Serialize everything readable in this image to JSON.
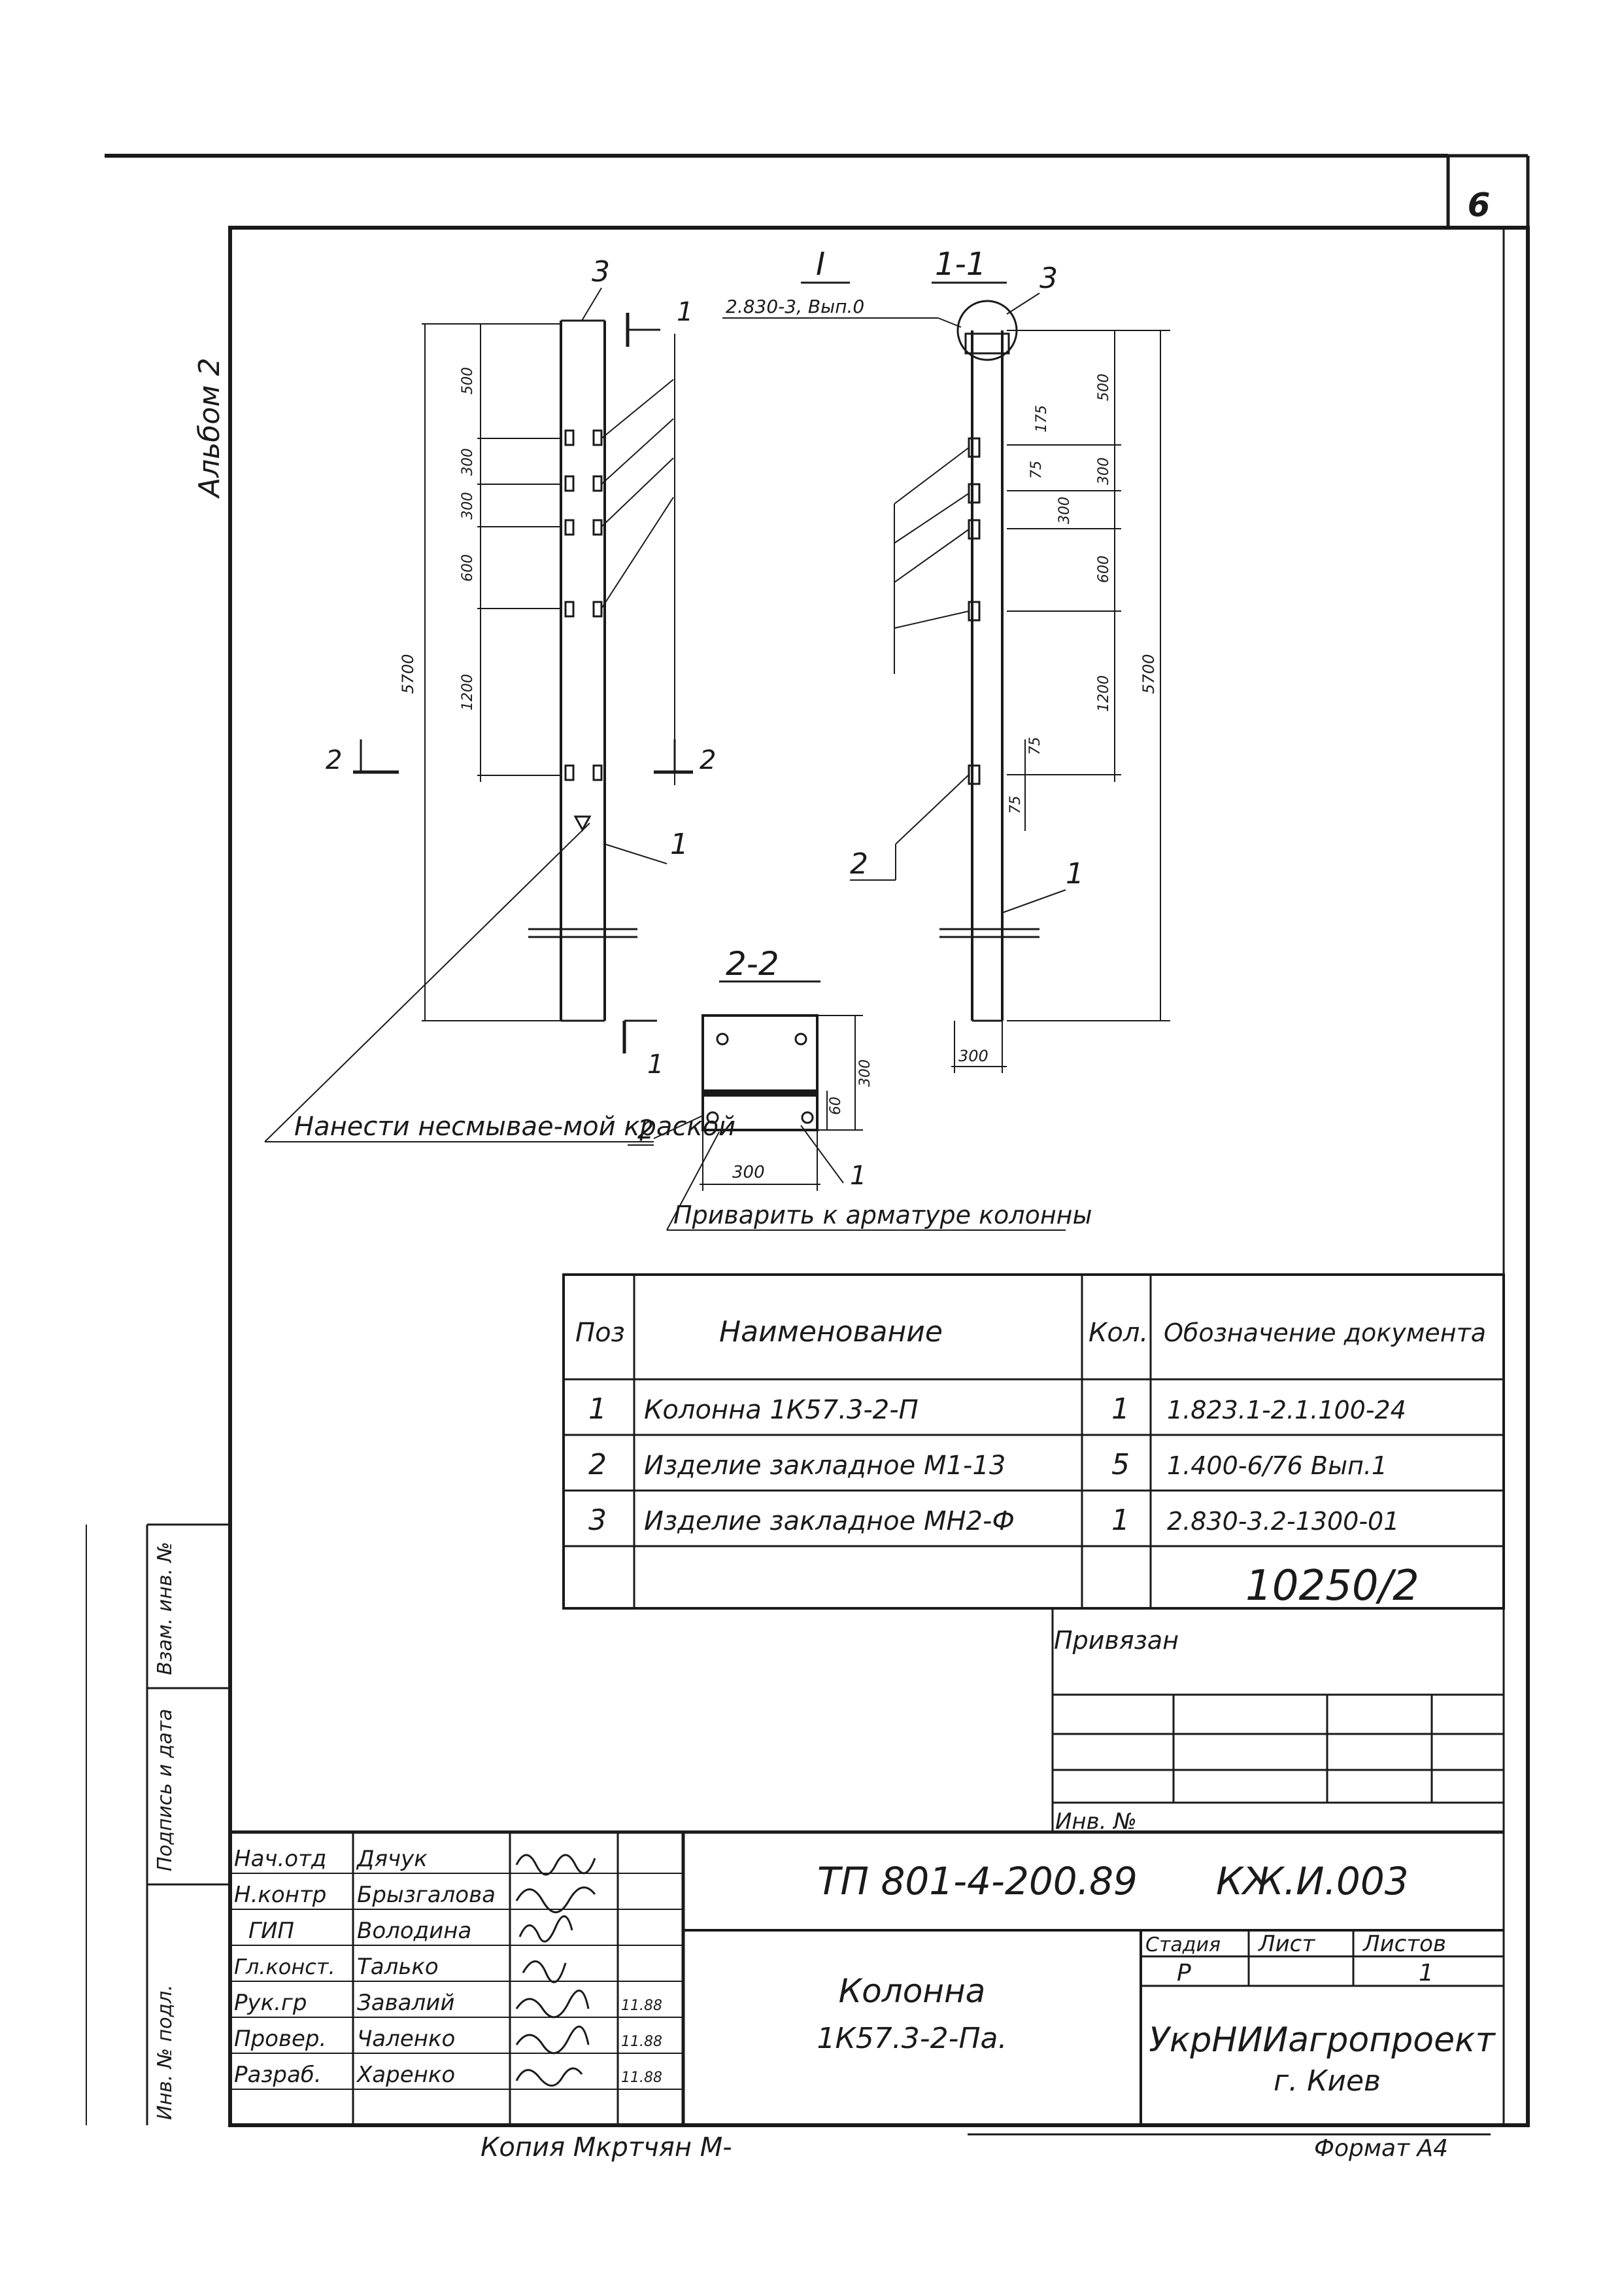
{
  "sheet": {
    "page_number": "6",
    "album_label": "Альбом 2",
    "format_label": "Формат А4",
    "copy_note": "Копия Мкртчян М-",
    "reference_number": "10250/2"
  },
  "drawing": {
    "main_view_dims": [
      "5700",
      "500",
      "300",
      "300",
      "600",
      "1200"
    ],
    "section11": {
      "label": "1-1",
      "dims": [
        "5700",
        "500",
        "175",
        "75",
        "300",
        "300",
        "600",
        "1200",
        "75",
        "75"
      ],
      "base_width": "300"
    },
    "section22": {
      "label": "2-2",
      "dims": [
        "300",
        "300",
        "60"
      ]
    },
    "detail_mark": "I",
    "detail_ref": "2.830-3, Вып.0",
    "cut_labels": [
      "1",
      "2"
    ],
    "position_marks": [
      "1",
      "2",
      "3"
    ],
    "note_paint": "Нанести несмывае-мой краской",
    "note_weld": "Приварить к арматуре колонны"
  },
  "spec_table": {
    "headers": [
      "Поз",
      "Наименование",
      "Кол.",
      "Обозначение документа"
    ],
    "rows": [
      [
        "1",
        "Колонна 1К57.3-2-П",
        "1",
        "1.823.1-2.1.100-24"
      ],
      [
        "2",
        "Изделие закладное М1-13",
        "5",
        "1.400-6/76 Вып.1"
      ],
      [
        "3",
        "Изделие закладное МН2-Ф",
        "1",
        "2.830-3.2-1300-01"
      ]
    ]
  },
  "binding": {
    "label": "Привязан",
    "inv_label": "Инв. №"
  },
  "left_strip": [
    "Инв. № подл.",
    "Подпись и дата",
    "Взам. инв. №"
  ],
  "title_block": {
    "doc_code": "ТП 801-4-200.89",
    "doc_mark": "КЖ.И.003",
    "title_line1": "Колонна",
    "title_line2": "1К57.3-2-Па.",
    "stage_header": "Стадия",
    "sheet_header": "Лист",
    "sheets_header": "Листов",
    "stage_value": "Р",
    "sheets_value": "1",
    "org_line1": "УкрНИИагропроект",
    "org_line2": "г. Киев",
    "staff": [
      {
        "role": "Нач.отд",
        "name": "Дячук",
        "date": ""
      },
      {
        "role": "Н.контр",
        "name": "Брызгалова",
        "date": ""
      },
      {
        "role": "ГИП",
        "name": "Володина",
        "date": ""
      },
      {
        "role": "Гл.конст.",
        "name": "Талько",
        "date": ""
      },
      {
        "role": "Рук.гр",
        "name": "Завалий",
        "date": "11.88"
      },
      {
        "role": "Провер.",
        "name": "Чаленко",
        "date": "11.88"
      },
      {
        "role": "Разраб.",
        "name": "Харенко",
        "date": "11.88"
      }
    ]
  }
}
